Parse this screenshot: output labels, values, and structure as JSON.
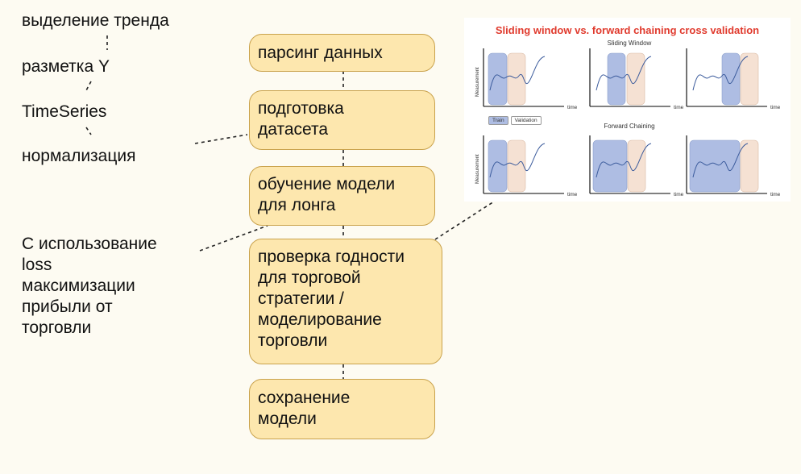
{
  "notes": {
    "trend": "выделение тренда",
    "label_y": "разметка Y",
    "timeseries": "TimeSeries",
    "normalization": "нормализация",
    "loss": "С использование\nloss\nмаксимизации\nприбыли от\nторговли"
  },
  "steps": [
    "парсинг данных",
    "подготовка\nдатасета",
    "обучение модели\nдля лонга",
    "проверка годности\nдля торговой\nстратегии /\nмоделирование\nторговли",
    "сохранение\nмодели"
  ],
  "figure": {
    "title": "Sliding window vs. forward chaining cross validation",
    "sliding_label": "Sliding Window",
    "forward_label": "Forward Chaining",
    "y_axis_label": "Measurement",
    "x_axis_label": "time",
    "legend_train": "Train",
    "legend_validation": "Validation",
    "colors": {
      "train": "#aebde3",
      "validation": "#f5e1d3",
      "curve": "#3b5b9c",
      "title": "#e03a2d"
    }
  }
}
